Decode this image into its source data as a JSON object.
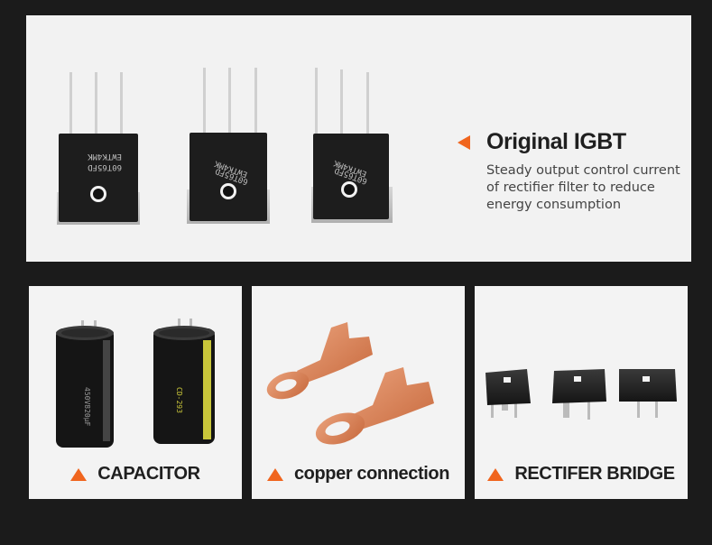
{
  "igbt": {
    "title": "Original IGBT",
    "description": "Steady output control current of rectifier filter to reduce energy consumption",
    "part_marking_1": "60T65FD",
    "part_marking_2": "EWTK4MK"
  },
  "cards": {
    "capacitor": {
      "label": "CAPACITOR",
      "marking_1": "450V820µF",
      "marking_2": "CD-293"
    },
    "copper": {
      "label": "copper connection"
    },
    "bridge": {
      "label": "RECTIFER BRIDGE"
    }
  },
  "colors": {
    "accent": "#f0651e",
    "background": "#1b1b1b",
    "panel": "#f3f3f3",
    "copper": "#d9835a",
    "capacitor_body": "#161616",
    "capacitor_stripe": "#c9c63a"
  }
}
